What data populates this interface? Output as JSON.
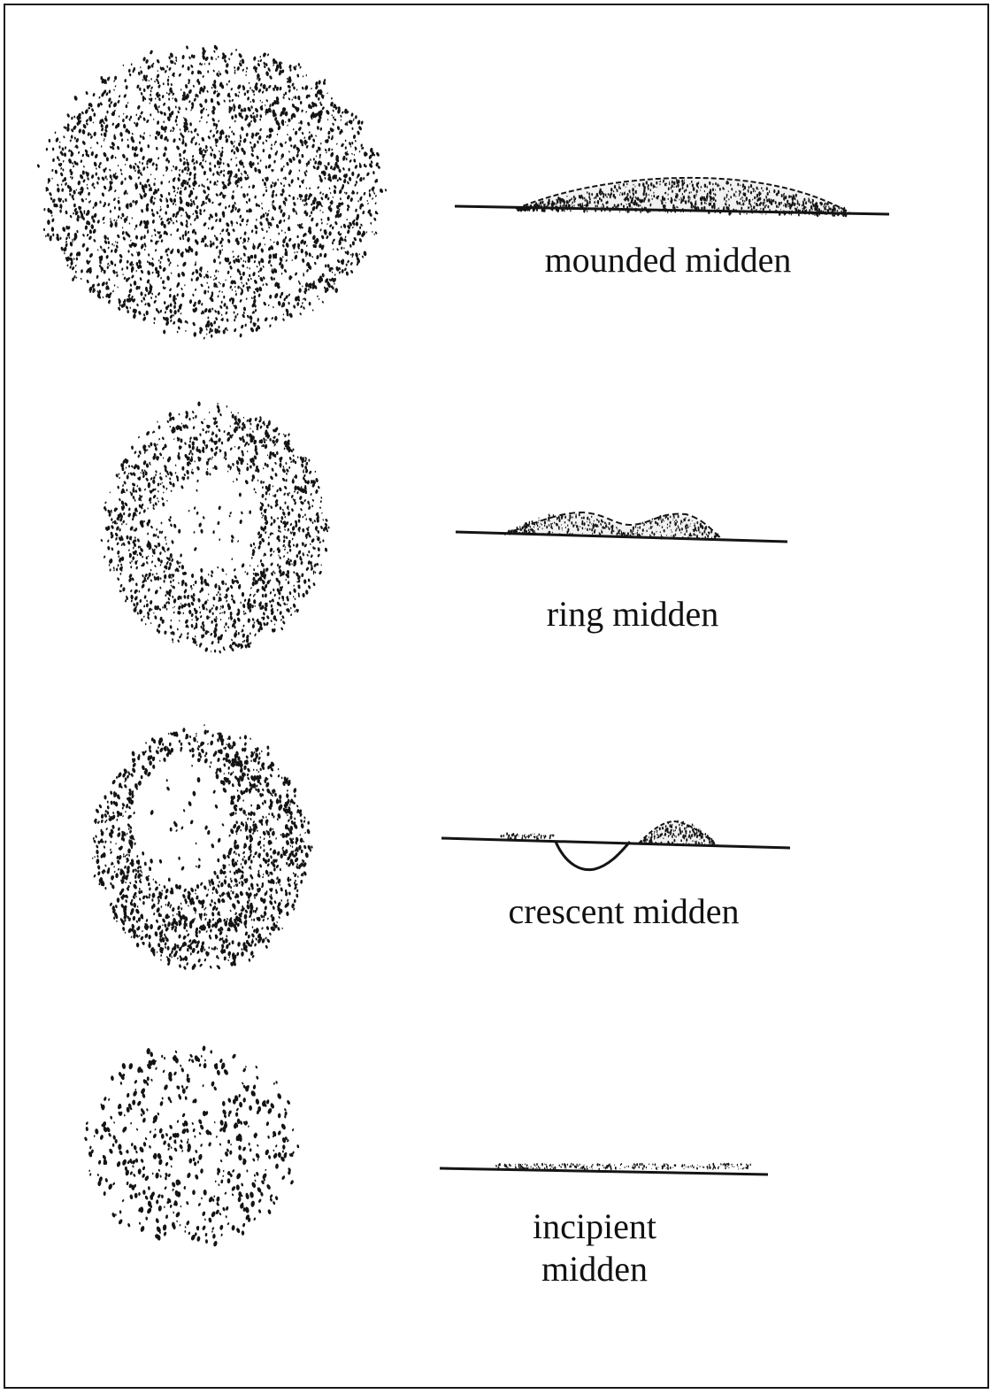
{
  "colors": {
    "ink": "#141414",
    "paper": "#ffffff",
    "frame": "#1a1a1a"
  },
  "middens": [
    {
      "id": "mounded",
      "label": "mounded midden"
    },
    {
      "id": "ring",
      "label": "ring midden"
    },
    {
      "id": "crescent",
      "label": "crescent midden"
    },
    {
      "id": "incipient",
      "label_line1": "incipient",
      "label_line2": "midden"
    }
  ]
}
